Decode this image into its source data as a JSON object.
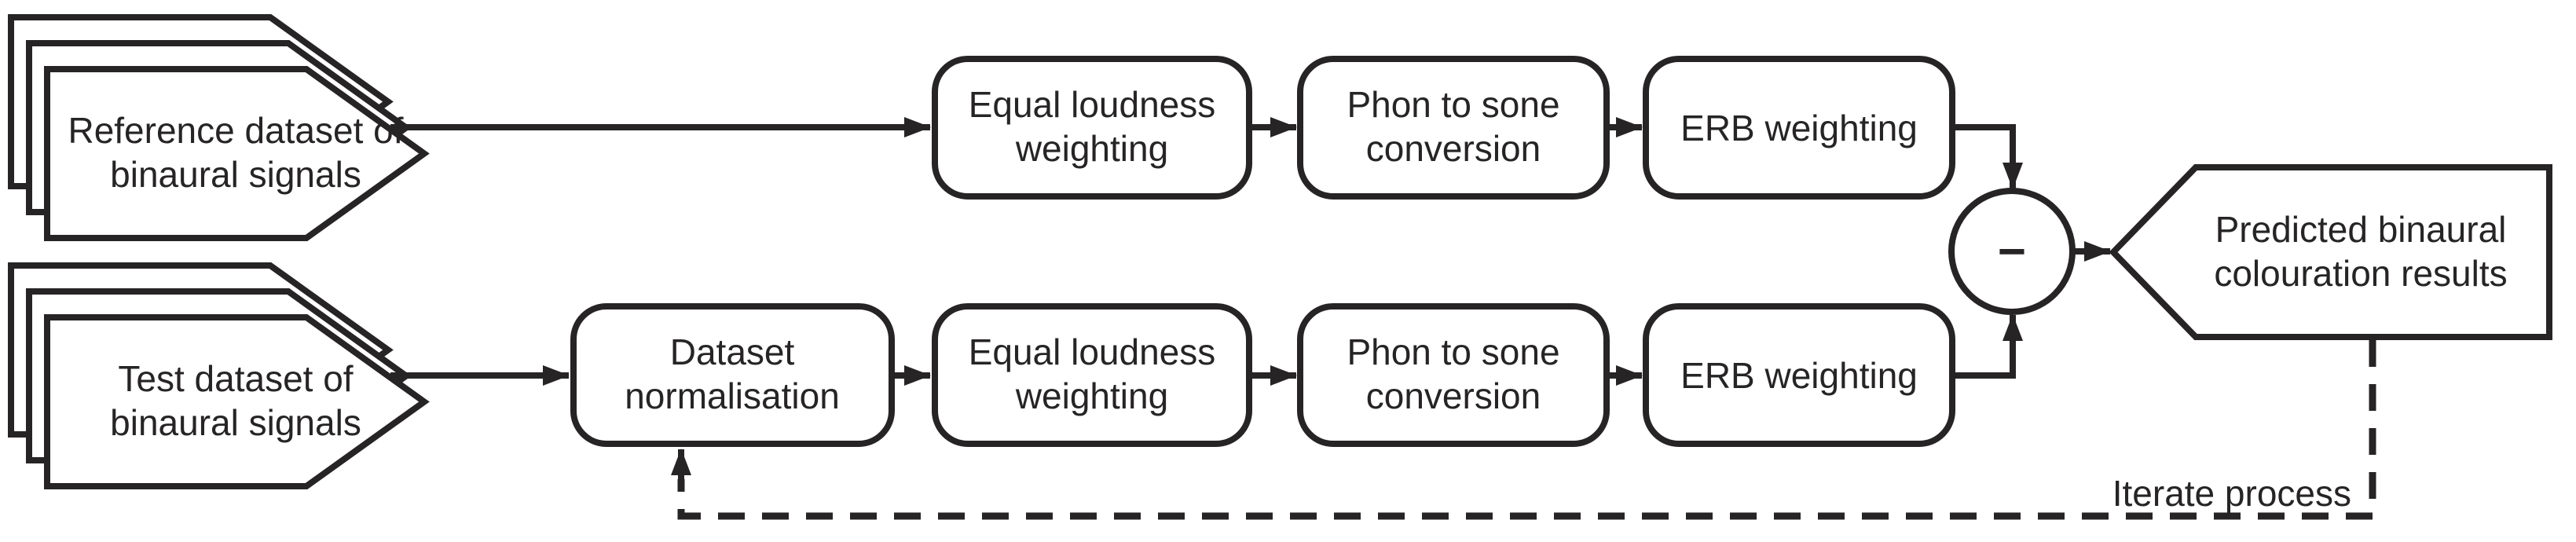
{
  "colors": {
    "ink": "#262424",
    "background": "#ffffff"
  },
  "diagram": {
    "nodes": {
      "reference_dataset": {
        "line1": "Reference dataset of",
        "line2": "binaural signals"
      },
      "test_dataset": {
        "line1": "Test dataset of",
        "line2": "binaural signals"
      },
      "dataset_normalisation": {
        "line1": "Dataset",
        "line2": "normalisation"
      },
      "equal_loudness_top": {
        "line1": "Equal loudness",
        "line2": "weighting"
      },
      "phon_to_sone_top": {
        "line1": "Phon to sone",
        "line2": "conversion"
      },
      "erb_weighting_top": {
        "label": "ERB weighting"
      },
      "equal_loudness_bottom": {
        "line1": "Equal loudness",
        "line2": "weighting"
      },
      "phon_to_sone_bottom": {
        "line1": "Phon to sone",
        "line2": "conversion"
      },
      "erb_weighting_bottom": {
        "label": "ERB weighting"
      },
      "subtract_junction": {
        "operator": "−"
      },
      "predicted_results": {
        "line1": "Predicted binaural",
        "line2": "colouration results"
      }
    },
    "annotations": {
      "iterate_label": "Iterate process"
    }
  }
}
